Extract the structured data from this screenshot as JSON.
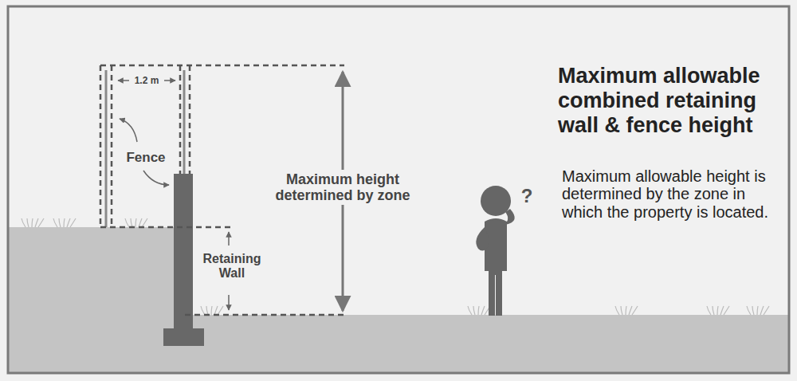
{
  "diagram": {
    "title": "Maximum allowable combined retaining wall & fence height",
    "labels": [
      "1.2 m",
      "Fence",
      "Retaining Wall",
      "Maximum height determined by zone",
      "?",
      "Maximum allowable height is determined by the zone in which the property is located."
    ]
  }
}
